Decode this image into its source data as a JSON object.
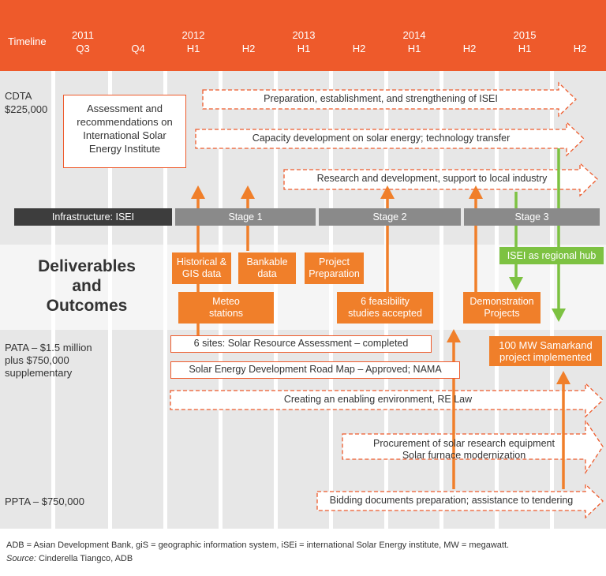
{
  "header": {
    "timeline_label": "Timeline",
    "periods": [
      {
        "year": "2011",
        "half": "Q3"
      },
      {
        "year": "",
        "half": "Q4"
      },
      {
        "year": "2012",
        "half": "H1"
      },
      {
        "year": "",
        "half": "H2"
      },
      {
        "year": "2013",
        "half": "H1"
      },
      {
        "year": "",
        "half": "H2"
      },
      {
        "year": "2014",
        "half": "H1"
      },
      {
        "year": "",
        "half": "H2"
      },
      {
        "year": "2015",
        "half": "H1"
      },
      {
        "year": "",
        "half": "H2"
      }
    ]
  },
  "cdta": {
    "label_line1": "CDTA",
    "label_line2": "$225,000",
    "assessment_box": "Assessment and recommendations on International Solar Energy Institute",
    "arrow1": "Preparation, establishment, and strengthening of ISEI",
    "arrow2": "Capacity development on solar energy; technology transfer",
    "arrow3": "Research and development, support to local industry"
  },
  "stages": {
    "infrastructure": "Infrastructure: ISEI",
    "stage1": "Stage 1",
    "stage2": "Stage 2",
    "stage3": "Stage 3"
  },
  "deliverables": {
    "title_line1": "Deliverables",
    "title_line2": "and",
    "title_line3": "Outcomes",
    "historical": "Historical & GIS data",
    "bankable": "Bankable data",
    "project_prep": "Project Preparation",
    "meteo": "Meteo stations",
    "feasibility": "6 feasibility studies accepted",
    "demonstration": "Demonstration Projects",
    "regional_hub": "ISEI as regional hub"
  },
  "pata": {
    "label_line1": "PATA – $1.5 million",
    "label_line2": "plus $750,000",
    "label_line3": "supplementary",
    "sites": "6 sites: Solar Resource Assessment – completed",
    "roadmap": "Solar Energy Development Road Map – Approved; NAMA",
    "samarkand": "100 MW Samarkand project implemented",
    "enabling": "Creating an enabling environment, RE Law",
    "procurement_line1": "Procurement of solar research equipment",
    "procurement_line2": "Solar furnace modernization"
  },
  "ppta": {
    "label": "PPTA – $750,000",
    "bidding": "Bidding documents preparation; assistance to tendering"
  },
  "footer": {
    "abbrev": "ADB = Asian Development Bank, giS = geographic information system, iSEi = international Solar Energy institute, MW = megawatt.",
    "source_label": "Source:",
    "source_text": " Cinderella  Tiangco,  ADB"
  },
  "colors": {
    "header": "#ee5a2b",
    "orange": "#f07f2a",
    "green": "#7dc242",
    "dark_bar": "#3d3d3d",
    "stage_bar": "#8a8a8a"
  }
}
